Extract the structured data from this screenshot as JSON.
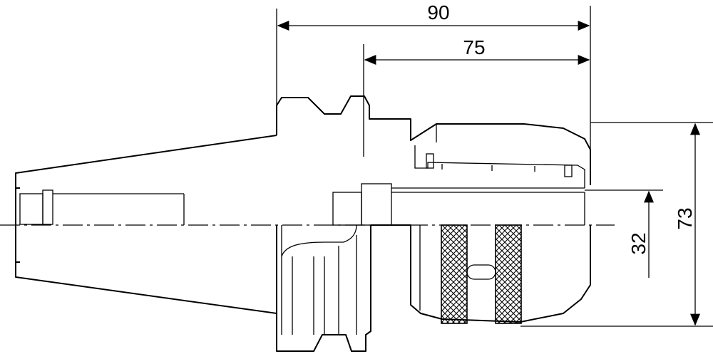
{
  "dimensions": {
    "overall_length": "90",
    "gauge_length": "75",
    "bore_diameter": "32",
    "body_diameter": "73"
  },
  "colors": {
    "line": "#000000",
    "background": "#ffffff"
  }
}
